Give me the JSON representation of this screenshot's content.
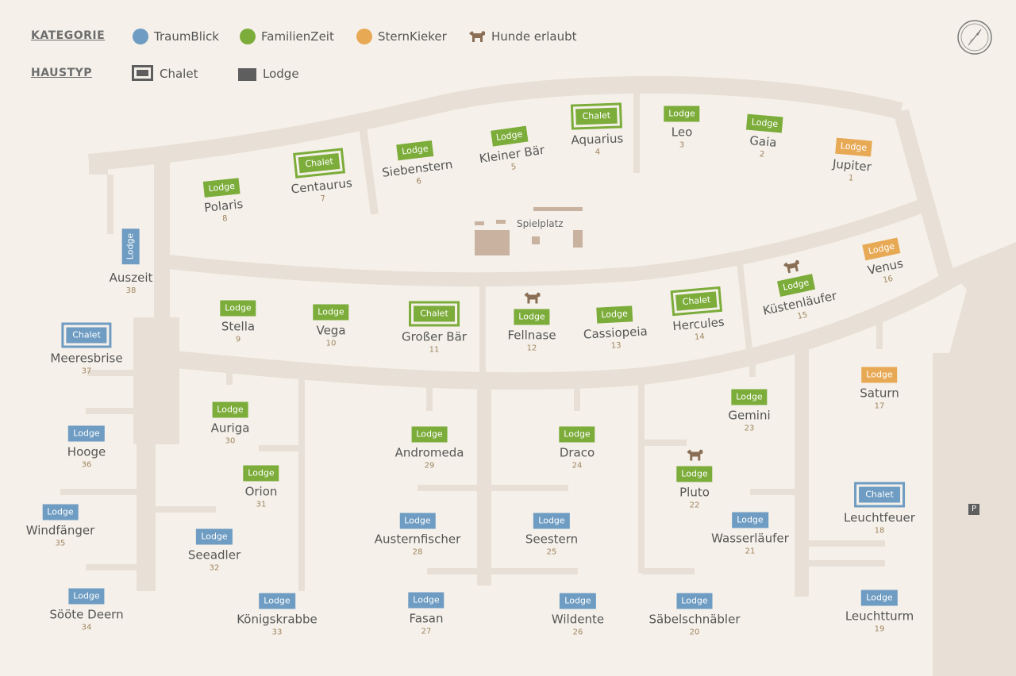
{
  "legend": {
    "category_heading": "KATEGORIE",
    "type_heading": "HAUSTYP",
    "categories": [
      {
        "label": "TraumBlick",
        "color": "#6e9cc2"
      },
      {
        "label": "FamilienZeit",
        "color": "#7cac3a"
      },
      {
        "label": "SternKieker",
        "color": "#e8a955"
      }
    ],
    "dogs_label": "Hunde erlaubt",
    "types": {
      "chalet": "Chalet",
      "lodge": "Lodge"
    }
  },
  "compass_icon": "compass-icon",
  "dog_icon": "dog-icon",
  "playground_label": "Spielplatz",
  "parking_label": "P",
  "houses": [
    {
      "nr": "1",
      "name": "Jupiter",
      "type": "Lodge",
      "cat": "SternKieker",
      "dog": false
    },
    {
      "nr": "2",
      "name": "Gaia",
      "type": "Lodge",
      "cat": "FamilienZeit",
      "dog": false
    },
    {
      "nr": "3",
      "name": "Leo",
      "type": "Lodge",
      "cat": "FamilienZeit",
      "dog": false
    },
    {
      "nr": "4",
      "name": "Aquarius",
      "type": "Chalet",
      "cat": "FamilienZeit",
      "dog": false
    },
    {
      "nr": "5",
      "name": "Kleiner Bär",
      "type": "Lodge",
      "cat": "FamilienZeit",
      "dog": false
    },
    {
      "nr": "6",
      "name": "Siebenstern",
      "type": "Lodge",
      "cat": "FamilienZeit",
      "dog": false
    },
    {
      "nr": "7",
      "name": "Centaurus",
      "type": "Chalet",
      "cat": "FamilienZeit",
      "dog": false
    },
    {
      "nr": "8",
      "name": "Polaris",
      "type": "Lodge",
      "cat": "FamilienZeit",
      "dog": false
    },
    {
      "nr": "9",
      "name": "Stella",
      "type": "Lodge",
      "cat": "FamilienZeit",
      "dog": false
    },
    {
      "nr": "10",
      "name": "Vega",
      "type": "Lodge",
      "cat": "FamilienZeit",
      "dog": false
    },
    {
      "nr": "11",
      "name": "Großer Bär",
      "type": "Chalet",
      "cat": "FamilienZeit",
      "dog": false
    },
    {
      "nr": "12",
      "name": "Fellnase",
      "type": "Lodge",
      "cat": "FamilienZeit",
      "dog": true
    },
    {
      "nr": "13",
      "name": "Cassiopeia",
      "type": "Lodge",
      "cat": "FamilienZeit",
      "dog": false
    },
    {
      "nr": "14",
      "name": "Hercules",
      "type": "Chalet",
      "cat": "FamilienZeit",
      "dog": false
    },
    {
      "nr": "15",
      "name": "Küstenläufer",
      "type": "Lodge",
      "cat": "FamilienZeit",
      "dog": true
    },
    {
      "nr": "16",
      "name": "Venus",
      "type": "Lodge",
      "cat": "SternKieker",
      "dog": false
    },
    {
      "nr": "17",
      "name": "Saturn",
      "type": "Lodge",
      "cat": "SternKieker",
      "dog": false
    },
    {
      "nr": "18",
      "name": "Leuchtfeuer",
      "type": "Chalet",
      "cat": "TraumBlick",
      "dog": false
    },
    {
      "nr": "19",
      "name": "Leuchtturm",
      "type": "Lodge",
      "cat": "TraumBlick",
      "dog": false
    },
    {
      "nr": "20",
      "name": "Säbelschnäbler",
      "type": "Lodge",
      "cat": "TraumBlick",
      "dog": false
    },
    {
      "nr": "21",
      "name": "Wasserläufer",
      "type": "Lodge",
      "cat": "TraumBlick",
      "dog": false
    },
    {
      "nr": "22",
      "name": "Pluto",
      "type": "Lodge",
      "cat": "FamilienZeit",
      "dog": true
    },
    {
      "nr": "23",
      "name": "Gemini",
      "type": "Lodge",
      "cat": "FamilienZeit",
      "dog": false
    },
    {
      "nr": "24",
      "name": "Draco",
      "type": "Lodge",
      "cat": "FamilienZeit",
      "dog": false
    },
    {
      "nr": "25",
      "name": "Seestern",
      "type": "Lodge",
      "cat": "TraumBlick",
      "dog": false
    },
    {
      "nr": "26",
      "name": "Wildente",
      "type": "Lodge",
      "cat": "TraumBlick",
      "dog": false
    },
    {
      "nr": "27",
      "name": "Fasan",
      "type": "Lodge",
      "cat": "TraumBlick",
      "dog": false
    },
    {
      "nr": "28",
      "name": "Austernfischer",
      "type": "Lodge",
      "cat": "TraumBlick",
      "dog": false
    },
    {
      "nr": "29",
      "name": "Andromeda",
      "type": "Lodge",
      "cat": "FamilienZeit",
      "dog": false
    },
    {
      "nr": "30",
      "name": "Auriga",
      "type": "Lodge",
      "cat": "FamilienZeit",
      "dog": false
    },
    {
      "nr": "31",
      "name": "Orion",
      "type": "Lodge",
      "cat": "FamilienZeit",
      "dog": false
    },
    {
      "nr": "32",
      "name": "Seeadler",
      "type": "Lodge",
      "cat": "TraumBlick",
      "dog": false
    },
    {
      "nr": "33",
      "name": "Königskrabbe",
      "type": "Lodge",
      "cat": "TraumBlick",
      "dog": false
    },
    {
      "nr": "34",
      "name": "Sööte Deern",
      "type": "Lodge",
      "cat": "TraumBlick",
      "dog": false
    },
    {
      "nr": "35",
      "name": "Windfänger",
      "type": "Lodge",
      "cat": "TraumBlick",
      "dog": false
    },
    {
      "nr": "36",
      "name": "Hooge",
      "type": "Lodge",
      "cat": "TraumBlick",
      "dog": false
    },
    {
      "nr": "37",
      "name": "Meeresbrise",
      "type": "Chalet",
      "cat": "TraumBlick",
      "dog": false
    },
    {
      "nr": "38",
      "name": "Auszeit",
      "type": "Lodge",
      "cat": "TraumBlick",
      "dog": false
    }
  ]
}
